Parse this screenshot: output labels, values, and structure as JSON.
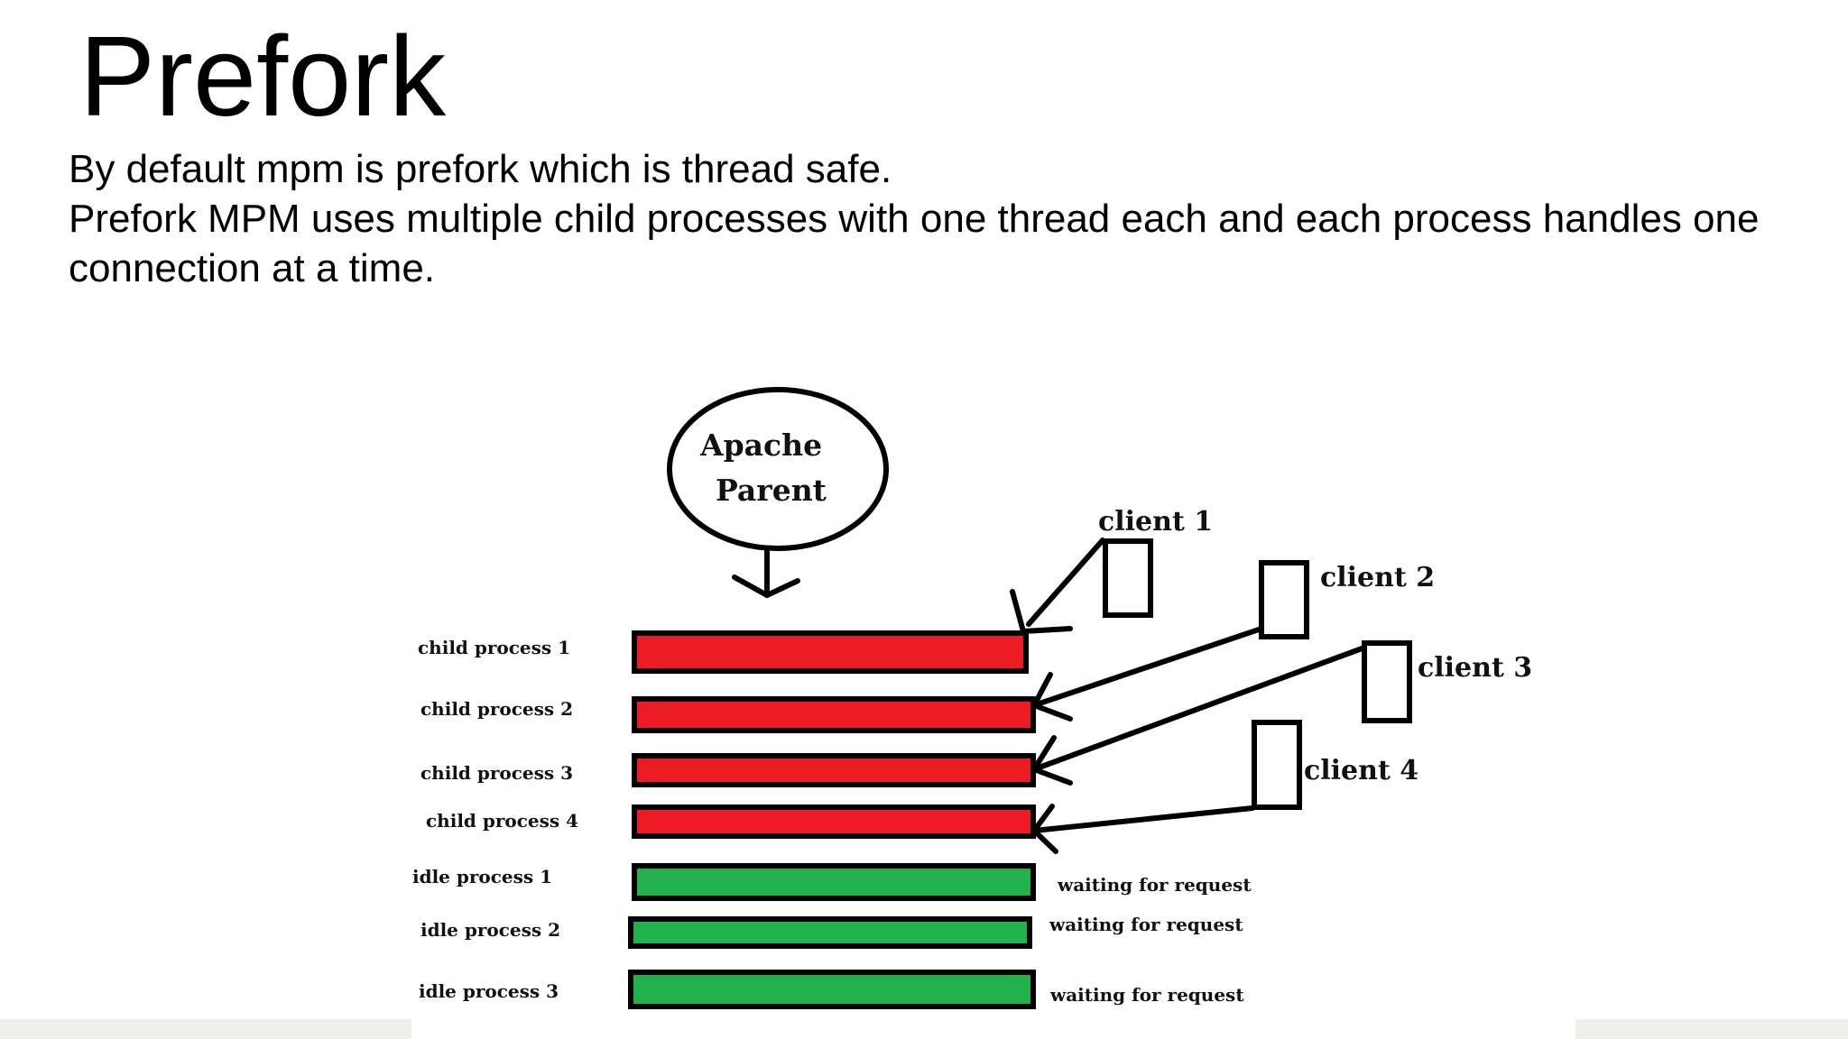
{
  "slide": {
    "title": "Prefork",
    "line1": "By default mpm is prefork which is thread safe.",
    "line2": "Prefork MPM uses multiple child processes with one thread each and each process handles one connection at a time."
  },
  "diagram": {
    "parent_line1": "Apache",
    "parent_line2": "Parent",
    "processes": [
      {
        "label": "child process 1",
        "state": "busy"
      },
      {
        "label": "child process 2",
        "state": "busy"
      },
      {
        "label": "child process 3",
        "state": "busy"
      },
      {
        "label": "child process 4",
        "state": "busy"
      },
      {
        "label": "idle process 1",
        "state": "idle",
        "note": "waiting for request"
      },
      {
        "label": "idle process 2",
        "state": "idle",
        "note": "waiting for request"
      },
      {
        "label": "idle process 3",
        "state": "idle",
        "note": "waiting for request"
      }
    ],
    "clients": [
      "client 1",
      "client 2",
      "client 3",
      "client 4"
    ],
    "colors": {
      "busy": "#ed1c24",
      "idle": "#22b14c",
      "stroke": "#000000"
    }
  }
}
